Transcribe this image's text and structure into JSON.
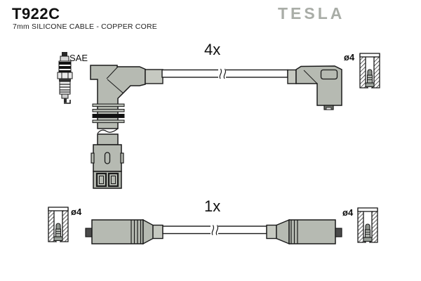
{
  "header": {
    "part_number": "T922C",
    "subtitle": "7mm SILICONE CABLE - COPPER CORE",
    "brand": "TESLA"
  },
  "colors": {
    "boot_gray": "#b6bab2",
    "ferrule_gray": "#c6c9c1",
    "brand_gray": "#a9ada7",
    "outline_black": "#1a1a1a"
  },
  "top_assembly": {
    "quantity": "4x",
    "plug_type": "SAE",
    "terminal_diameter": "ø4"
  },
  "bottom_assembly": {
    "quantity": "1x",
    "terminal_diameter_left": "ø4",
    "terminal_diameter_right": "ø4"
  }
}
